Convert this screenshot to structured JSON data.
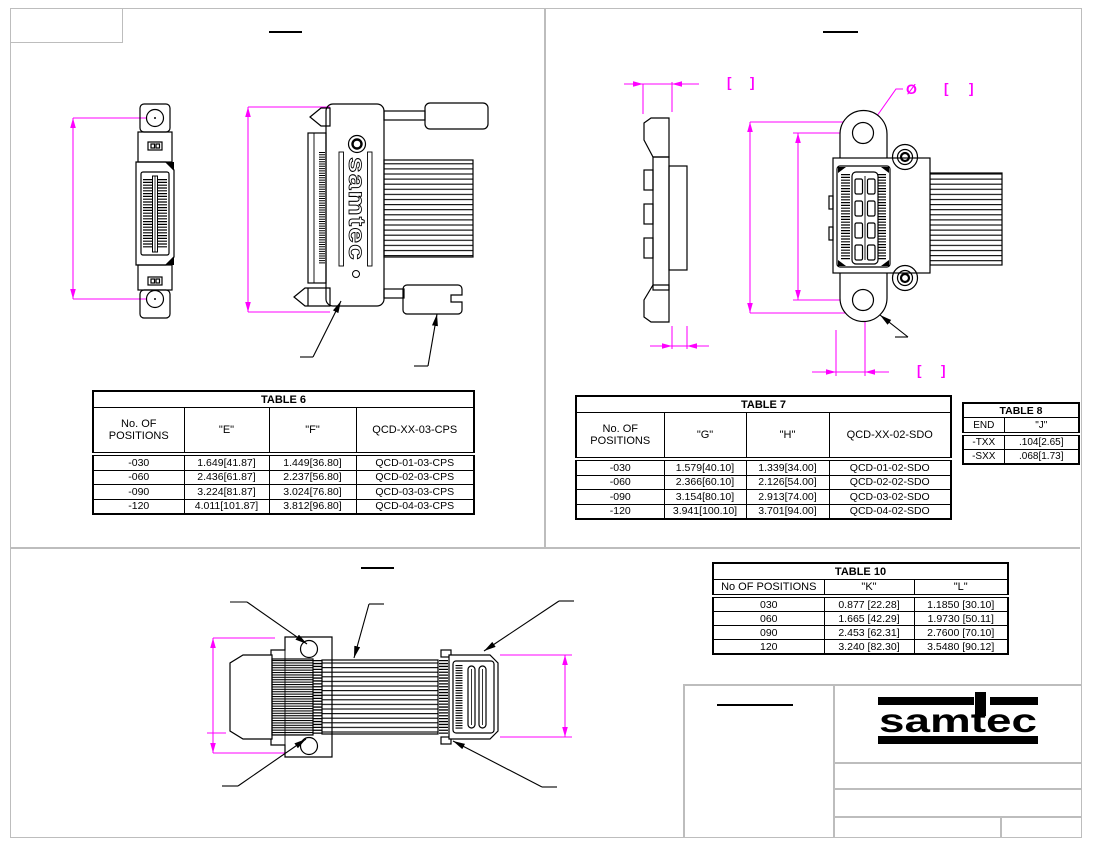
{
  "logo": {
    "text": "samtec"
  },
  "symbols": {
    "diameter": "Ø",
    "bracket_open": "[",
    "bracket_close": "]"
  },
  "tables": {
    "table6": {
      "title": "TABLE 6",
      "columns": [
        "No. OF POSITIONS",
        "\"E\"",
        "\"F\"",
        "QCD-XX-03-CPS"
      ],
      "rows": [
        [
          "-030",
          "1.649[41.87]",
          "1.449[36.80]",
          "QCD-01-03-CPS"
        ],
        [
          "-060",
          "2.436[61.87]",
          "2.237[56.80]",
          "QCD-02-03-CPS"
        ],
        [
          "-090",
          "3.224[81.87]",
          "3.024[76.80]",
          "QCD-03-03-CPS"
        ],
        [
          "-120",
          "4.011[101.87]",
          "3.812[96.80]",
          "QCD-04-03-CPS"
        ]
      ]
    },
    "table7": {
      "title": "TABLE 7",
      "columns": [
        "No. OF POSITIONS",
        "\"G\"",
        "\"H\"",
        "QCD-XX-02-SDO"
      ],
      "rows": [
        [
          "-030",
          "1.579[40.10]",
          "1.339[34.00]",
          "QCD-01-02-SDO"
        ],
        [
          "-060",
          "2.366[60.10]",
          "2.126[54.00]",
          "QCD-02-02-SDO"
        ],
        [
          "-090",
          "3.154[80.10]",
          "2.913[74.00]",
          "QCD-03-02-SDO"
        ],
        [
          "-120",
          "3.941[100.10]",
          "3.701[94.00]",
          "QCD-04-02-SDO"
        ]
      ]
    },
    "table8": {
      "title": "TABLE 8",
      "columns": [
        "END",
        "\"J\""
      ],
      "rows": [
        [
          "-TXX",
          ".104[2.65]"
        ],
        [
          "-SXX",
          ".068[1.73]"
        ]
      ]
    },
    "table10": {
      "title": "TABLE 10",
      "columns": [
        "No OF POSITIONS",
        "\"K\"",
        "\"L\""
      ],
      "rows": [
        [
          "030",
          "0.877 [22.28]",
          "1.1850 [30.10]"
        ],
        [
          "060",
          "1.665 [42.29]",
          "1.9730 [50.11]"
        ],
        [
          "090",
          "2.453 [62.31]",
          "2.7600 [70.10]"
        ],
        [
          "120",
          "3.240 [82.30]",
          "3.5480 [90.12]"
        ]
      ]
    }
  },
  "colors": {
    "dimension_magenta": "#ff00ff",
    "linework_black": "#000000",
    "frame_gray": "#bdbdbd"
  }
}
